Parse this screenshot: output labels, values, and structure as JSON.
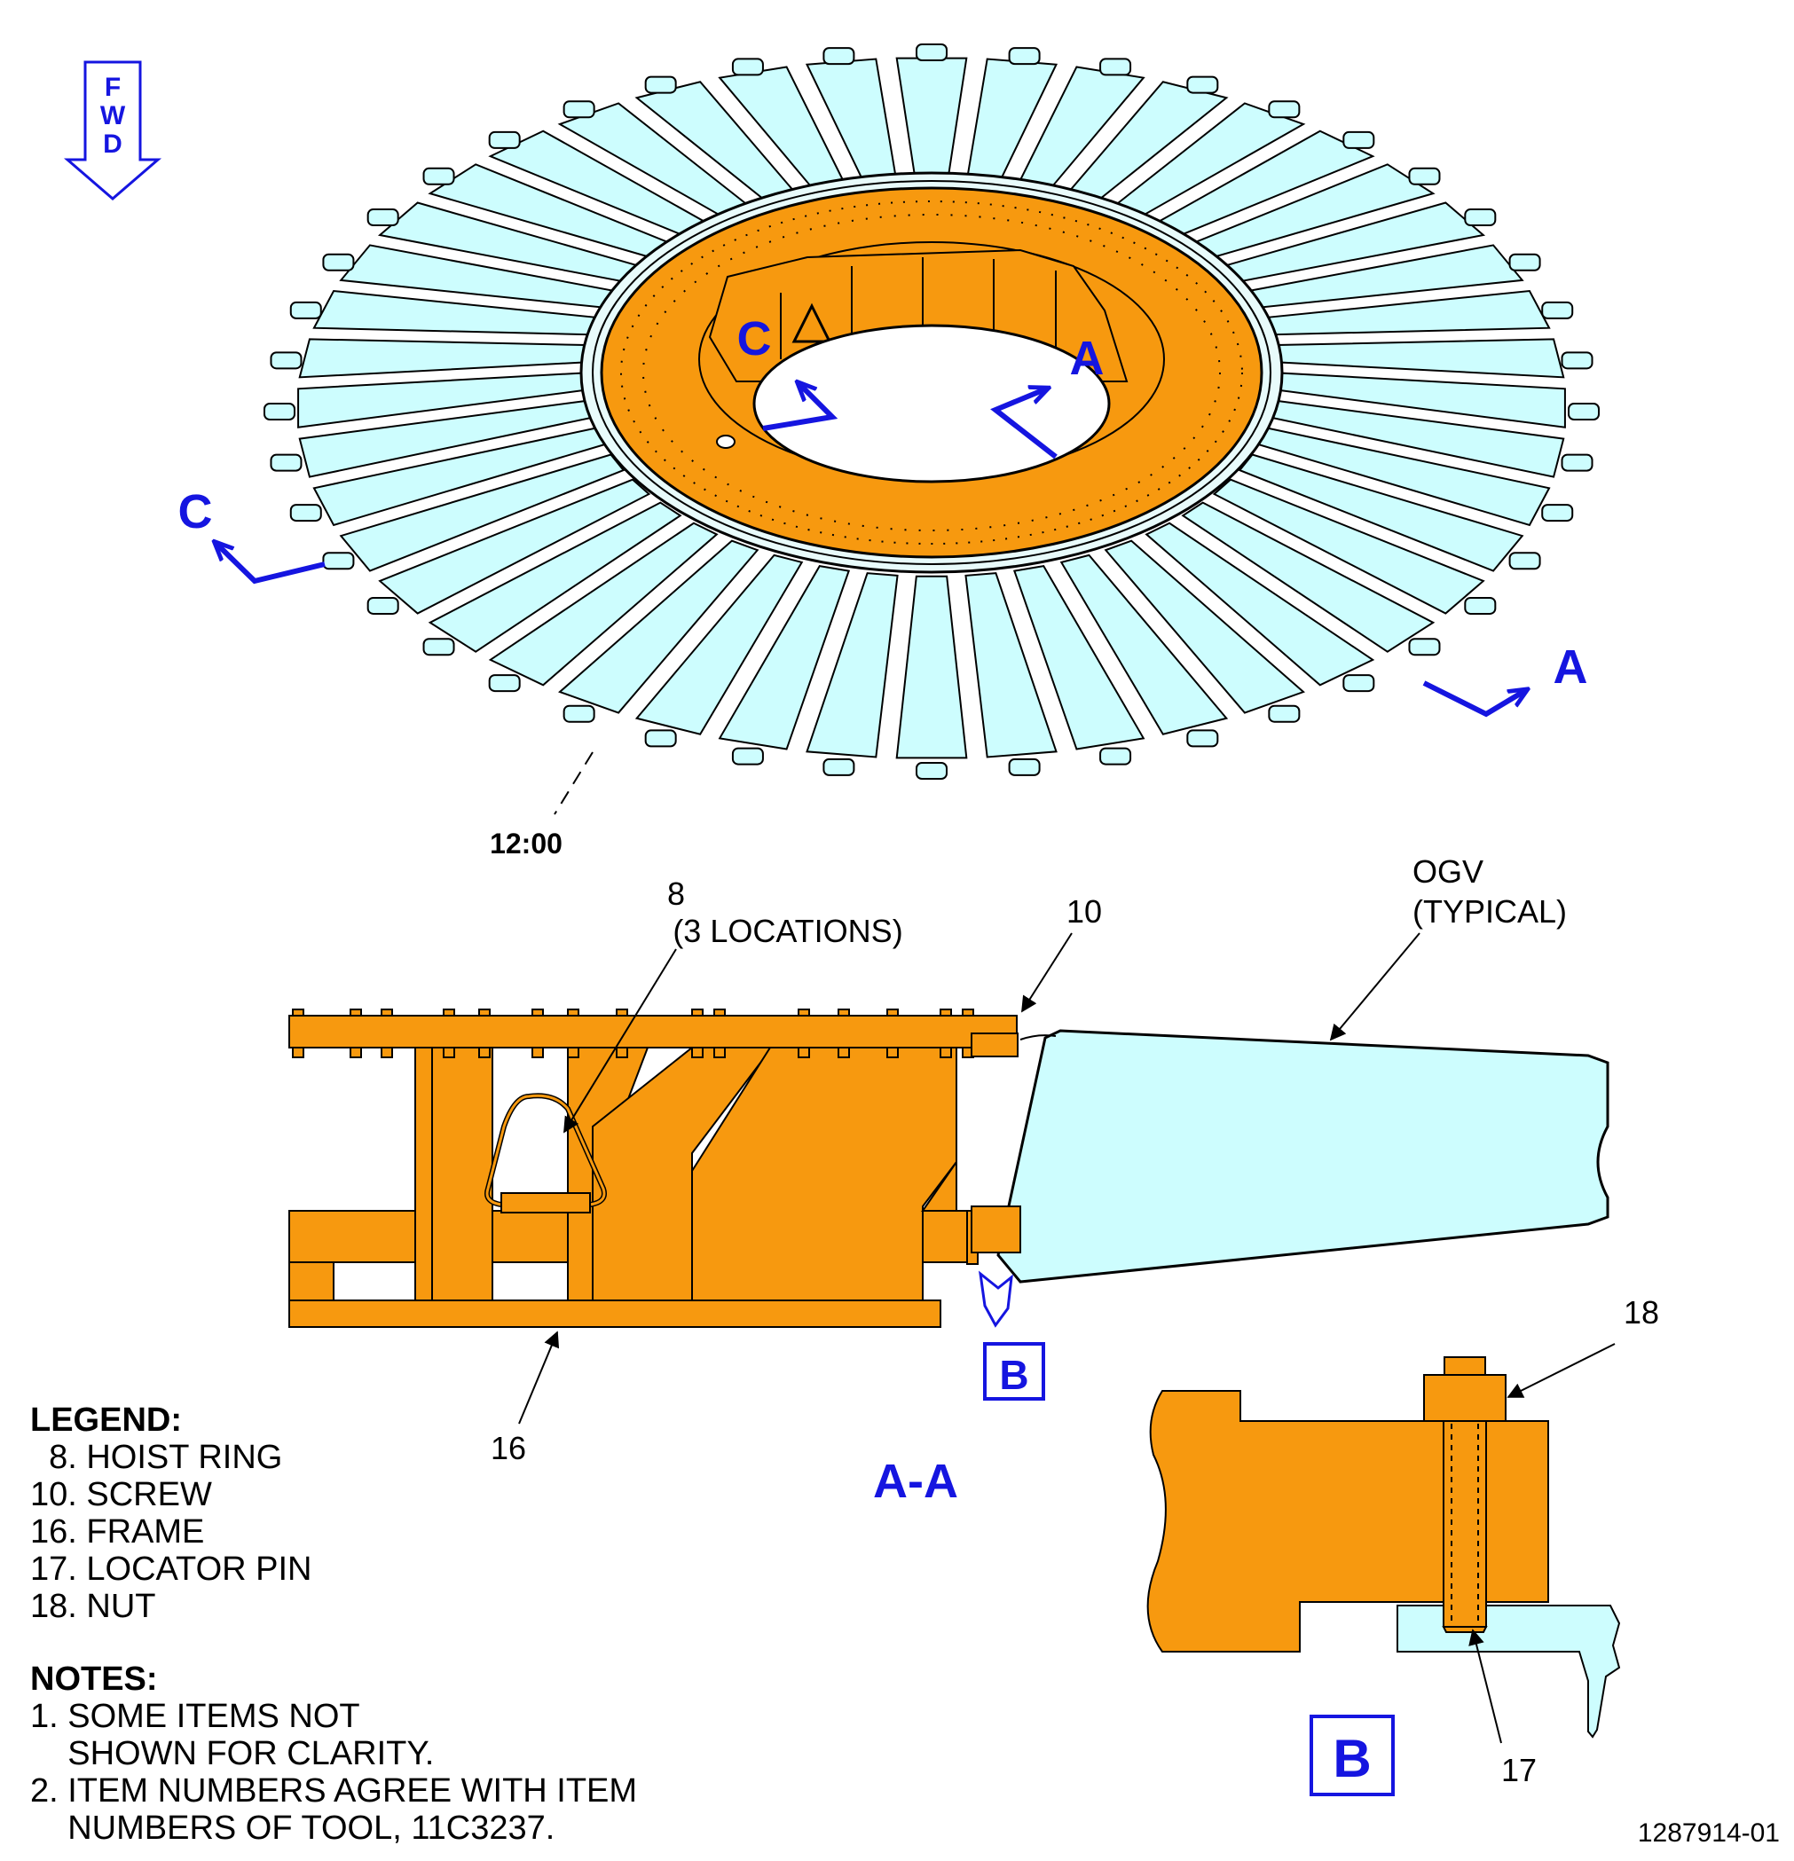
{
  "colors": {
    "frame": "#F7990F",
    "ogv": "#CDFDFE",
    "callout": "#1515E0",
    "line": "#000000"
  },
  "fwd_arrow": {
    "letters": [
      "F",
      "W",
      "D"
    ]
  },
  "top_view": {
    "section_callouts": [
      "C",
      "C",
      "A",
      "A"
    ],
    "clock_label": "12:00"
  },
  "section_aa": {
    "title": "A-A",
    "labels": {
      "hoist_ring": "8",
      "hoist_ring_qty": "(3 LOCATIONS)",
      "screw": "10",
      "ogv": "OGV",
      "ogv_note": "(TYPICAL)",
      "frame": "16"
    },
    "detail_marker": "B"
  },
  "detail_b": {
    "title": "B",
    "labels": {
      "nut": "18",
      "locator_pin": "17"
    }
  },
  "legend": {
    "heading": "LEGEND:",
    "items": [
      "  8. HOIST RING",
      "10. SCREW",
      "16. FRAME",
      "17. LOCATOR PIN",
      "18. NUT"
    ]
  },
  "notes": {
    "heading": "NOTES:",
    "lines": [
      "1. SOME ITEMS NOT",
      "    SHOWN FOR CLARITY.",
      "2. ITEM NUMBERS AGREE WITH ITEM",
      "    NUMBERS OF TOOL, 11C3237."
    ]
  },
  "document_number": "1287914-01"
}
